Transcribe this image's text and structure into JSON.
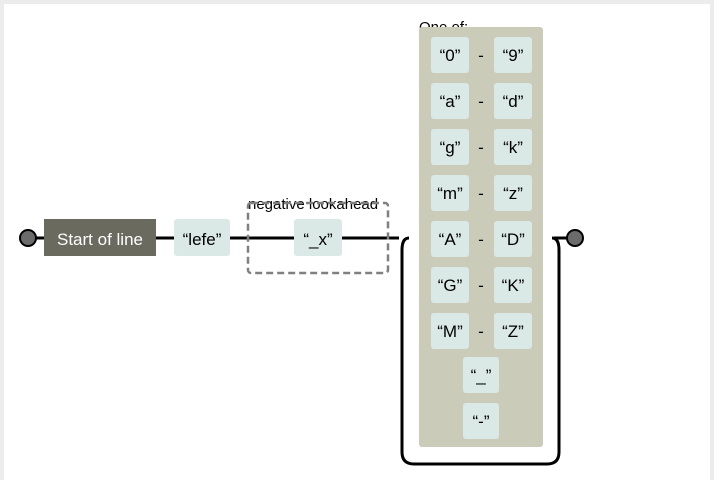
{
  "diagram": {
    "start_label": "Start of line",
    "literal_lefe": "“lefe”",
    "lookahead_label": "negative lookahead",
    "lookahead_literal": "“_x”",
    "one_of_label": "One of:",
    "ranges": [
      {
        "from": "“0”",
        "dash": "-",
        "to": "“9”"
      },
      {
        "from": "“a”",
        "dash": "-",
        "to": "“d”"
      },
      {
        "from": "“g”",
        "dash": "-",
        "to": "“k”"
      },
      {
        "from": "“m”",
        "dash": "-",
        "to": "“z”"
      },
      {
        "from": "“A”",
        "dash": "-",
        "to": "“D”"
      },
      {
        "from": "“G”",
        "dash": "-",
        "to": "“K”"
      },
      {
        "from": "“M”",
        "dash": "-",
        "to": "“Z”"
      }
    ],
    "singles": [
      "“_”",
      "“-”"
    ]
  },
  "colors": {
    "start_box": "#6b6a5f",
    "literal_fill": "#dae9e5",
    "charset_fill": "#cbcbba",
    "line": "#000000",
    "dashed": "#808080",
    "terminal": "#6b6b6b"
  }
}
